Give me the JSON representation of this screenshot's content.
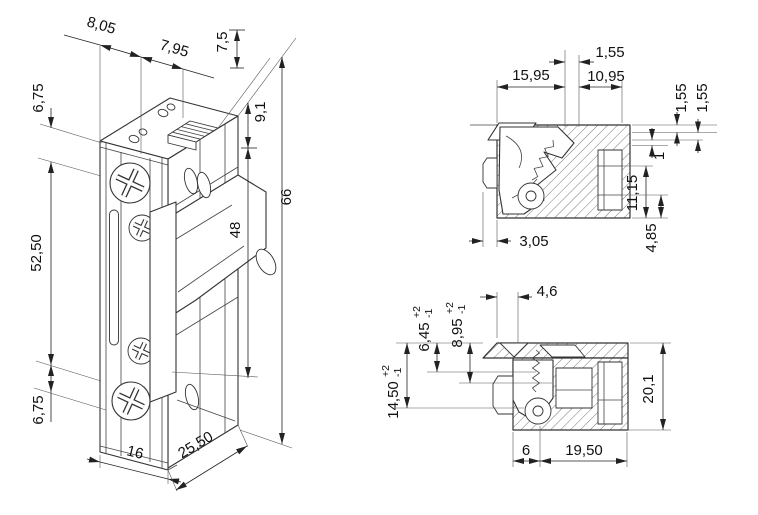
{
  "page": {
    "background_color": "#ffffff",
    "line_color": "#333333",
    "dimension_color": "#111111",
    "hatch_color": "#555555"
  },
  "drawing": {
    "kind": "technical dimensional drawing",
    "subject": "electric door strike",
    "views": {
      "isometric": {
        "label": "isometric projection",
        "dims": {
          "d_top_a": "8,05",
          "d_top_b": "7,95",
          "d_depth_top": "7,5",
          "d_body_top": "9,1",
          "d_left_top": "6,75",
          "d_left_mid": "52,50",
          "d_left_bot": "6,75",
          "d_height": "66",
          "d_keeper": "48",
          "d_plate_w": "16",
          "d_depth": "25,50"
        }
      },
      "section_top": {
        "label": "upper section view",
        "dims": {
          "d_a": "1,55",
          "d_b": "15,95",
          "d_c": "10,95",
          "d_r1": "1,55",
          "d_r2": "1,55",
          "d_step": "1",
          "d_pocket": "11,15",
          "d_base": "4,85",
          "d_tab": "3,05"
        }
      },
      "section_bottom": {
        "label": "lower section view",
        "dims": {
          "d_top": "4,6",
          "d_h": "20,1",
          "d_piv": "6",
          "d_w": "19,50",
          "t1": {
            "v": "6,45",
            "p": "+2",
            "m": "-1"
          },
          "t2": {
            "v": "8,95",
            "p": "+2",
            "m": "-1"
          },
          "t3": {
            "v": "14,50",
            "p": "+2",
            "m": "-1"
          }
        }
      }
    }
  }
}
